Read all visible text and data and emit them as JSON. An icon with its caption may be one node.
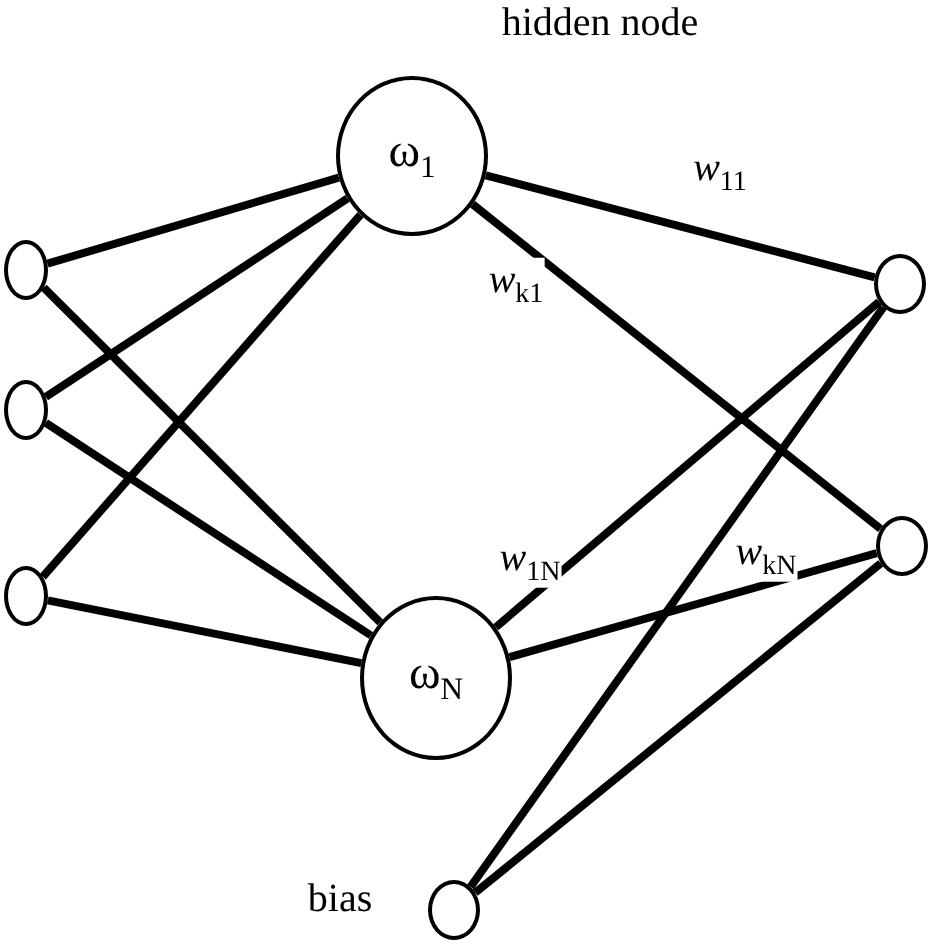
{
  "diagram": {
    "nodes": [
      {
        "text": [],
        "shape": "circle"
      },
      {
        "text": [],
        "shape": "circle"
      },
      {
        "text": [],
        "shape": "circle"
      },
      {
        "text": [
          "ω$_{1}$"
        ]
      },
      {
        "text": [
          "ω$_{N}$"
        ]
      },
      {
        "text": [],
        "shape": "circle"
      },
      {
        "text": [],
        "shape": "circle"
      },
      {
        "text": [],
        "shape": "circle",
        "beside": [
          "bias"
        ]
      }
    ],
    "edges": [
      {
        "from": 0,
        "to": 3,
        "arrow": "none"
      },
      {
        "from": 0,
        "to": 4,
        "arrow": "none"
      },
      {
        "from": 1,
        "to": 3,
        "arrow": "none"
      },
      {
        "from": 1,
        "to": 4,
        "arrow": "none"
      },
      {
        "from": 2,
        "to": 3,
        "arrow": "none"
      },
      {
        "from": 2,
        "to": 4,
        "arrow": "none"
      },
      {
        "from": 3,
        "to": 5,
        "arrow": "none",
        "label": "*w*$_{11}$"
      },
      {
        "from": 3,
        "to": 6,
        "arrow": "none",
        "label": "*w*$_{k1}$"
      },
      {
        "from": 4,
        "to": 5,
        "arrow": "none",
        "label": "*w*$_{1N}$"
      },
      {
        "from": 4,
        "to": 6,
        "arrow": "none",
        "label": "*w*$_{kN}$"
      },
      {
        "from": 7,
        "to": 5,
        "arrow": "none"
      },
      {
        "from": 7,
        "to": 6,
        "arrow": "none"
      }
    ],
    "labels": [
      "hidden node"
    ]
  }
}
